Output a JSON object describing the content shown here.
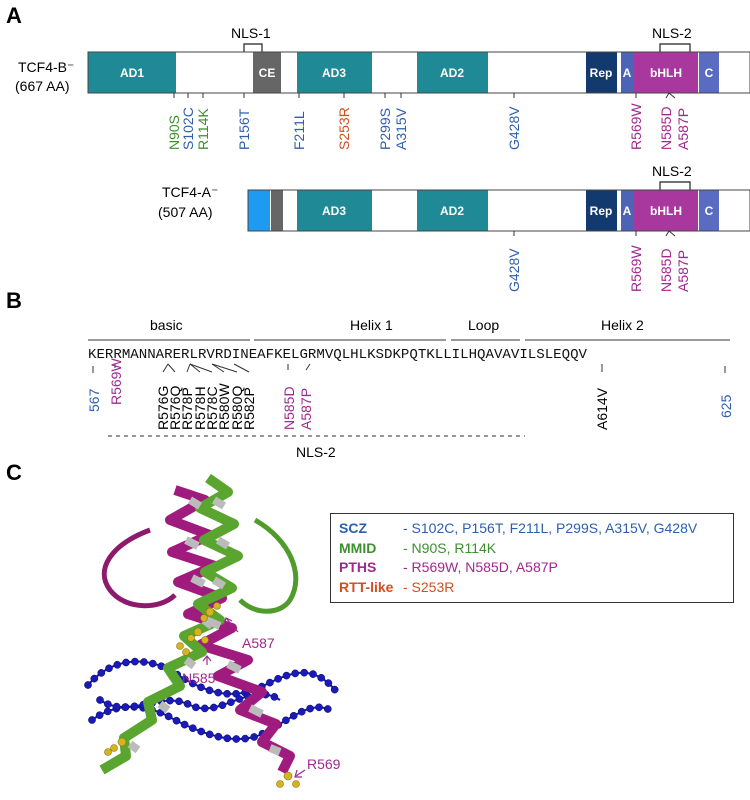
{
  "panels": {
    "a": "A",
    "b": "B",
    "c": "C"
  },
  "colors": {
    "scz": "#2e5fad",
    "mmid": "#3d8f2f",
    "pths": "#a0288f",
    "rtt": "#d24f1f",
    "teal": "#1f8a96",
    "ce": "#666666",
    "rep": "#123a6e",
    "a": "#4c63b6",
    "bhlh": "#a8379e",
    "c": "#5a6bc2",
    "blue_n": "#1e9bf0"
  },
  "protein_b": {
    "name": "TCF4-B⁻",
    "length": "(667 AA)",
    "domains": [
      "AD1",
      "CE",
      "AD3",
      "AD2",
      "Rep",
      "A",
      "bHLH",
      "C"
    ],
    "nls1": "NLS-1",
    "nls2": "NLS-2",
    "mutations": [
      "N90S",
      "S102C",
      "R114K",
      "P156T",
      "F211L",
      "S253R",
      "P299S",
      "A315V",
      "G428V",
      "R569W",
      "N585D",
      "A587P"
    ]
  },
  "protein_a": {
    "name": "TCF4-A⁻",
    "length": "(507 AA)",
    "domains": [
      "AD3",
      "AD2",
      "Rep",
      "A",
      "bHLH",
      "C"
    ],
    "nls2": "NLS-2",
    "mutations": [
      "G428V",
      "R569W",
      "N585D",
      "A587P"
    ]
  },
  "panel_b": {
    "regions": [
      "basic",
      "Helix 1",
      "Loop",
      "Helix 2"
    ],
    "sequence": "KERRMANNARERLRVRDINEAFKELGRMVQLHLKSDKPQTKLLILHQAVAVILSLEQQV",
    "start_pos": "567",
    "end_pos": "625",
    "pths_muts": [
      "R569W",
      "N585D",
      "A587P"
    ],
    "other_muts": [
      "R576G",
      "R576Q",
      "R578P",
      "R578H",
      "R578C",
      "R580W",
      "R580Q",
      "R582P"
    ],
    "a614v": "A614V",
    "nls2": "NLS-2"
  },
  "panel_c": {
    "labels": [
      "A587",
      "N585",
      "R569"
    ]
  },
  "legend": [
    {
      "cat": "SCZ",
      "muts": "- S102C, P156T, F211L, P299S, A315V, G428V"
    },
    {
      "cat": "MMID",
      "muts": "- N90S, R114K"
    },
    {
      "cat": "PTHS",
      "muts": "- R569W, N585D, A587P"
    },
    {
      "cat": "RTT-like",
      "muts": "- S253R"
    }
  ]
}
